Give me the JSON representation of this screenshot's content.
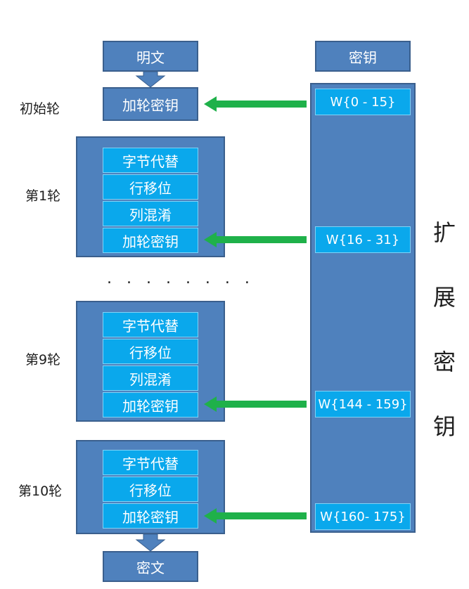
{
  "plaintext": "明文",
  "key": "密钥",
  "ciphertext": "密文",
  "initial_round": {
    "label": "初始轮",
    "step": "加轮密钥",
    "words": "W{0 - 15}"
  },
  "round1": {
    "label": "第1轮",
    "steps": [
      "字节代替",
      "行移位",
      "列混淆",
      "加轮密钥"
    ],
    "words": "W{16 - 31}"
  },
  "ellipsis": ". . . . . . . .",
  "round9": {
    "label": "第9轮",
    "steps": [
      "字节代替",
      "行移位",
      "列混淆",
      "加轮密钥"
    ],
    "words": "W{144 - 159}"
  },
  "round10": {
    "label": "第10轮",
    "steps": [
      "字节代替",
      "行移位",
      "加轮密钥"
    ],
    "words": "W{160- 175}"
  },
  "expanded_key": [
    "扩",
    "展",
    "密",
    "钥"
  ],
  "colors": {
    "box": "#4f81bd",
    "step": "#0aa8ec",
    "arrow_green": "#1fb14a",
    "arrow_down": "#4f81bd"
  }
}
